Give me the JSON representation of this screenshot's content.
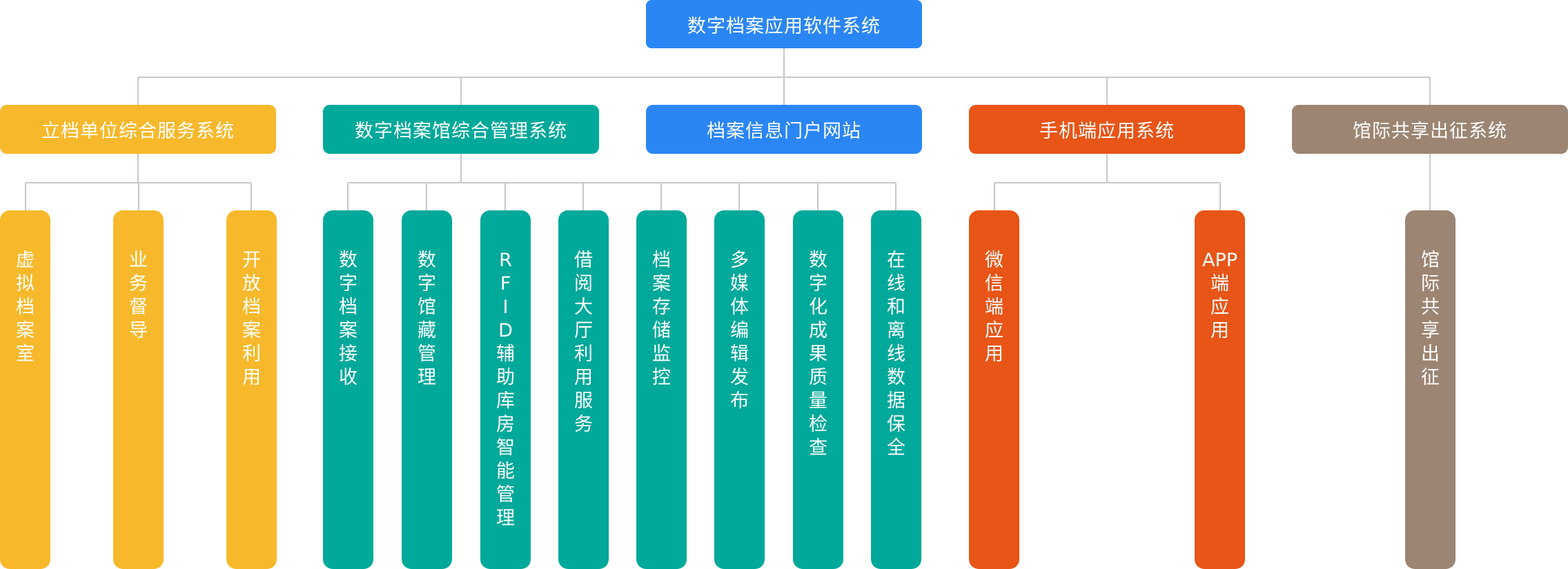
{
  "root": {
    "label": "数字档案应用软件系统",
    "color": "#2b86f5"
  },
  "branches": [
    {
      "label": "立档单位综合服务系统",
      "color": "#f7b92b",
      "children": [
        "虚拟档案室",
        "业务督导",
        "开放档案利用"
      ]
    },
    {
      "label": "数字档案馆综合管理系统",
      "color": "#00a99a",
      "children": [
        "数字档案接收",
        "数字馆藏管理",
        "RFID辅助库房智能管理",
        "借阅大厅利用服务",
        "档案存储监控",
        "多媒体编辑发布",
        "数字化成果质量检查",
        "在线和离线数据保全"
      ]
    },
    {
      "label": "档案信息门户网站",
      "color": "#2b86f5",
      "children": []
    },
    {
      "label": "手机端应用系统",
      "color": "#e85517",
      "children": [
        "微信端应用",
        "APP端应用"
      ]
    },
    {
      "label": "馆际共享出征系统",
      "color": "#9c8572",
      "children": [
        "馆际共享出征"
      ]
    }
  ]
}
